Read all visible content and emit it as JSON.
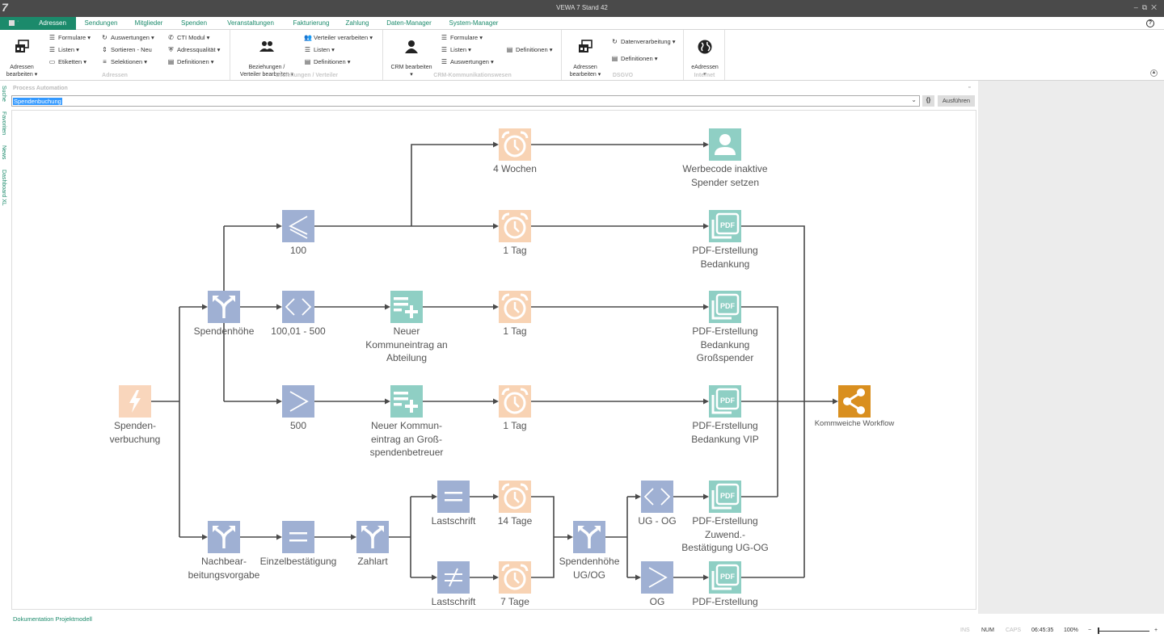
{
  "window": {
    "title": "VEWA 7 Stand 42",
    "logo": "7",
    "controls": [
      "minimize",
      "restore",
      "close"
    ]
  },
  "tabs": [
    {
      "label": "Adressen",
      "active": true
    },
    {
      "label": "Sendungen"
    },
    {
      "label": "Mitglieder"
    },
    {
      "label": "Spenden"
    },
    {
      "label": "Veranstaltungen"
    },
    {
      "label": "Fakturierung"
    },
    {
      "label": "Zahlung"
    },
    {
      "label": "Daten-Manager"
    },
    {
      "label": "System-Manager"
    }
  ],
  "help_icon": "?",
  "ribbon": {
    "groups": [
      {
        "label": "Adressen",
        "big": {
          "label": "Adressen\nbearbeiten ▾",
          "icon": "address-cards-icon"
        },
        "items": [
          {
            "label": "Formulare ▾",
            "icon": "list-icon"
          },
          {
            "label": "Listen ▾",
            "icon": "list-icon"
          },
          {
            "label": "Etiketten ▾",
            "icon": "label-icon"
          },
          {
            "label": "Auswertungen ▾",
            "icon": "refresh-icon"
          },
          {
            "label": "Sortieren - Neu",
            "icon": "sort-icon"
          },
          {
            "label": "Selektionen ▾",
            "icon": "filter-icon"
          },
          {
            "label": "CTI Modul ▾",
            "icon": "phone-icon"
          },
          {
            "label": "Adressqualität ▾",
            "icon": "shield-icon"
          },
          {
            "label": "Definitionen ▾",
            "icon": "server-icon"
          }
        ]
      },
      {
        "label": "Beziehungen / Verteiler",
        "big": {
          "label": "Beziehungen /\nVerteiler bearbeiten ▾",
          "icon": "users-icon"
        },
        "items": [
          {
            "label": "Verteiler verarbeiten ▾",
            "icon": "users-icon"
          },
          {
            "label": "Listen ▾",
            "icon": "list-icon"
          },
          {
            "label": "Definitionen ▾",
            "icon": "server-icon"
          }
        ]
      },
      {
        "label": "CRM-Kommunikationswesen",
        "big": {
          "label": "CRM bearbeiten\n▾",
          "icon": "user-icon"
        },
        "items": [
          {
            "label": "Formulare ▾",
            "icon": "list-icon"
          },
          {
            "label": "Listen ▾",
            "icon": "list-icon"
          },
          {
            "label": "Auswertungen ▾",
            "icon": "list-icon"
          },
          {
            "label": "Definitionen ▾",
            "icon": "server-icon"
          }
        ]
      },
      {
        "label": "DSGVO",
        "big": {
          "label": "Adressen\nbearbeiten ▾",
          "icon": "address-cards-icon"
        },
        "items": [
          {
            "label": "Datenverarbeitung ▾",
            "icon": "refresh-icon"
          },
          {
            "label": "Definitionen ▾",
            "icon": "server-icon"
          }
        ]
      },
      {
        "label": "Internet",
        "big": {
          "label": "eAdressen\n▾",
          "icon": "globe-icon"
        },
        "items": []
      }
    ]
  },
  "side_tabs": [
    "Suche",
    "Favoriten",
    "News",
    "Dashboard XL"
  ],
  "panel": {
    "title": "Process Automation",
    "workflow_select": "Spendenbuchung",
    "run_label": "Ausführen",
    "refresh_label": "{}"
  },
  "colors": {
    "brand": "#1b8a6b",
    "condition": "#9fb0d3",
    "timer": "#f8d3b4",
    "action": "#8fcfc4",
    "trigger": "#f9d6bc",
    "subflow": "#d98f1f",
    "edge": "#4a4a4a"
  },
  "diagram": {
    "nodes": [
      {
        "id": "trigger",
        "type": "trigger",
        "icon": "lightning-icon",
        "label": "Spenden-\nverbuchung"
      },
      {
        "id": "split1",
        "type": "condition",
        "icon": "split-arrows-icon",
        "label": "Spendenhöhe"
      },
      {
        "id": "le100",
        "type": "condition",
        "icon": "less-equal-icon",
        "label": "100"
      },
      {
        "id": "range",
        "type": "condition",
        "icon": "range-icon",
        "label": "100,01 - 500"
      },
      {
        "id": "gt500",
        "type": "condition",
        "icon": "greater-than-icon",
        "label": "500"
      },
      {
        "id": "komm1",
        "type": "action",
        "icon": "add-list-icon",
        "label": "Neuer\nKommuneintrag an\nAbteilung"
      },
      {
        "id": "komm2",
        "type": "action",
        "icon": "add-list-icon",
        "label": "Neuer Kommun-\neintrag an Groß-\nspendenbetreuer"
      },
      {
        "id": "t4w",
        "type": "timer",
        "icon": "alarm-clock-icon",
        "label": "4 Wochen"
      },
      {
        "id": "t1a",
        "type": "timer",
        "icon": "alarm-clock-icon",
        "label": "1 Tag"
      },
      {
        "id": "t1b",
        "type": "timer",
        "icon": "alarm-clock-icon",
        "label": "1 Tag"
      },
      {
        "id": "t1c",
        "type": "timer",
        "icon": "alarm-clock-icon",
        "label": "1 Tag"
      },
      {
        "id": "werbe",
        "type": "action",
        "icon": "user-icon",
        "label": "Werbecode inaktive\nSpender setzen"
      },
      {
        "id": "pdf1",
        "type": "action",
        "icon": "pdf-icon",
        "label": "PDF-Erstellung\nBedankung"
      },
      {
        "id": "pdf2",
        "type": "action",
        "icon": "pdf-icon",
        "label": "PDF-Erstellung\nBedankung\nGroßspender"
      },
      {
        "id": "pdf3",
        "type": "action",
        "icon": "pdf-icon",
        "label": "PDF-Erstellung\nBedankung VIP"
      },
      {
        "id": "sub",
        "type": "subflow",
        "icon": "share-icon",
        "label": "Kommweiche Workflow"
      },
      {
        "id": "split2",
        "type": "condition",
        "icon": "split-arrows-icon",
        "label": "Nachbear-\nbeitungsvorgabe"
      },
      {
        "id": "einzel",
        "type": "condition",
        "icon": "equals-icon",
        "label": "Einzelbestätigung"
      },
      {
        "id": "zahlart",
        "type": "condition",
        "icon": "split-arrows-icon",
        "label": "Zahlart"
      },
      {
        "id": "lseq",
        "type": "condition",
        "icon": "equals-icon",
        "label": "Lastschrift"
      },
      {
        "id": "lsne",
        "type": "condition",
        "icon": "not-equal-icon",
        "label": "Lastschrift"
      },
      {
        "id": "t14",
        "type": "timer",
        "icon": "alarm-clock-icon",
        "label": "14 Tage"
      },
      {
        "id": "t7",
        "type": "timer",
        "icon": "alarm-clock-icon",
        "label": "7 Tage"
      },
      {
        "id": "split3",
        "type": "condition",
        "icon": "split-arrows-icon",
        "label": "Spendenhöhe\nUG/OG"
      },
      {
        "id": "ugog",
        "type": "condition",
        "icon": "range-icon",
        "label": "UG - OG"
      },
      {
        "id": "og",
        "type": "condition",
        "icon": "greater-than-icon",
        "label": "OG"
      },
      {
        "id": "pdf4",
        "type": "action",
        "icon": "pdf-icon",
        "label": "PDF-Erstellung\nZuwend.-\nBestätigung UG-OG"
      },
      {
        "id": "pdf5",
        "type": "action",
        "icon": "pdf-icon",
        "label": "PDF-Erstellung"
      }
    ],
    "edges": [
      [
        "trigger",
        "split1"
      ],
      [
        "trigger",
        "split2"
      ],
      [
        "split1",
        "le100"
      ],
      [
        "split1",
        "range"
      ],
      [
        "split1",
        "gt500"
      ],
      [
        "le100",
        "t4w"
      ],
      [
        "le100",
        "t1a"
      ],
      [
        "range",
        "komm1"
      ],
      [
        "komm1",
        "t1b"
      ],
      [
        "gt500",
        "komm2"
      ],
      [
        "komm2",
        "t1c"
      ],
      [
        "t4w",
        "werbe"
      ],
      [
        "t1a",
        "pdf1"
      ],
      [
        "t1b",
        "pdf2"
      ],
      [
        "t1c",
        "pdf3"
      ],
      [
        "pdf1",
        "sub"
      ],
      [
        "pdf2",
        "sub"
      ],
      [
        "pdf3",
        "sub"
      ],
      [
        "pdf4",
        "sub"
      ],
      [
        "pdf5",
        "sub"
      ],
      [
        "split2",
        "einzel"
      ],
      [
        "einzel",
        "zahlart"
      ],
      [
        "zahlart",
        "lseq"
      ],
      [
        "zahlart",
        "lsne"
      ],
      [
        "lseq",
        "t14"
      ],
      [
        "lsne",
        "t7"
      ],
      [
        "t14",
        "split3"
      ],
      [
        "t7",
        "split3"
      ],
      [
        "split3",
        "ugog"
      ],
      [
        "split3",
        "og"
      ],
      [
        "ugog",
        "pdf4"
      ],
      [
        "og",
        "pdf5"
      ]
    ]
  },
  "footer": {
    "link": "Dokumentation Projektmodell"
  },
  "status": {
    "ins": "INS",
    "num": "NUM",
    "caps": "CAPS",
    "time": "06:45:35",
    "zoom": "100%",
    "zoom_minus": "−",
    "zoom_plus": "+",
    "zoom_level_fraction": 0.0
  }
}
